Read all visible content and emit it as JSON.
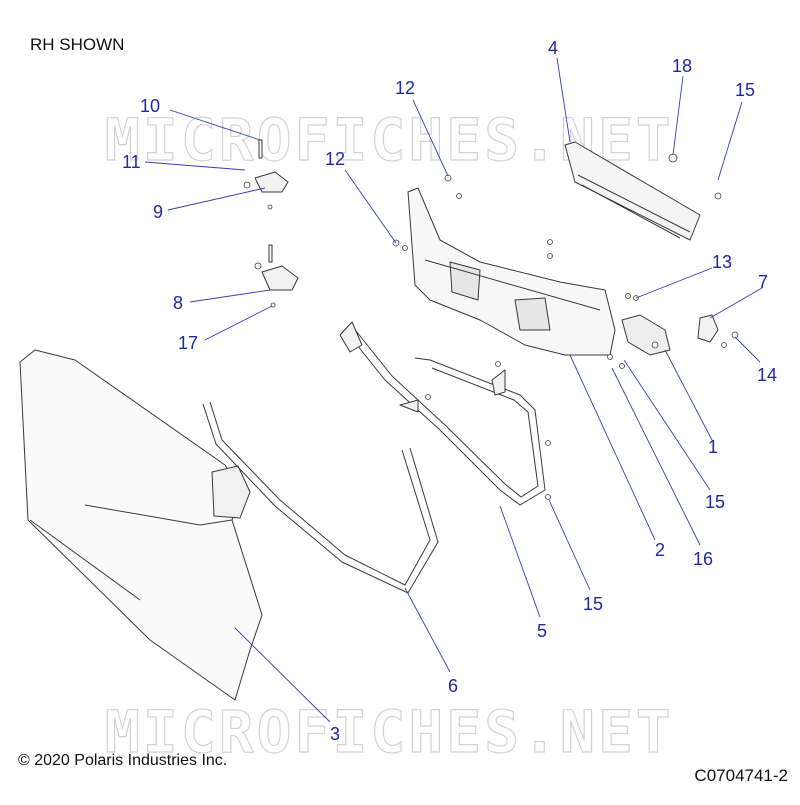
{
  "note": "RH SHOWN",
  "copyright": "© 2020 Polaris Industries Inc.",
  "figure_id": "C0704741-2",
  "watermark": "MICROFICHES.NET",
  "colors": {
    "callout": "#1f2a9c",
    "leader": "#3540b0",
    "watermark": "#d3d3d3",
    "line": "#3a3a3a"
  },
  "callouts": [
    {
      "id": "c10",
      "label": "10"
    },
    {
      "id": "c11",
      "label": "11"
    },
    {
      "id": "c9",
      "label": "9"
    },
    {
      "id": "c8",
      "label": "8"
    },
    {
      "id": "c17",
      "label": "17"
    },
    {
      "id": "c12a",
      "label": "12"
    },
    {
      "id": "c12b",
      "label": "12"
    },
    {
      "id": "c4",
      "label": "4"
    },
    {
      "id": "c18",
      "label": "18"
    },
    {
      "id": "c15a",
      "label": "15"
    },
    {
      "id": "c13",
      "label": "13"
    },
    {
      "id": "c7",
      "label": "7"
    },
    {
      "id": "c14",
      "label": "14"
    },
    {
      "id": "c1",
      "label": "1"
    },
    {
      "id": "c15b",
      "label": "15"
    },
    {
      "id": "c16",
      "label": "16"
    },
    {
      "id": "c2",
      "label": "2"
    },
    {
      "id": "c15c",
      "label": "15"
    },
    {
      "id": "c5",
      "label": "5"
    },
    {
      "id": "c6",
      "label": "6"
    },
    {
      "id": "c3",
      "label": "3"
    }
  ]
}
